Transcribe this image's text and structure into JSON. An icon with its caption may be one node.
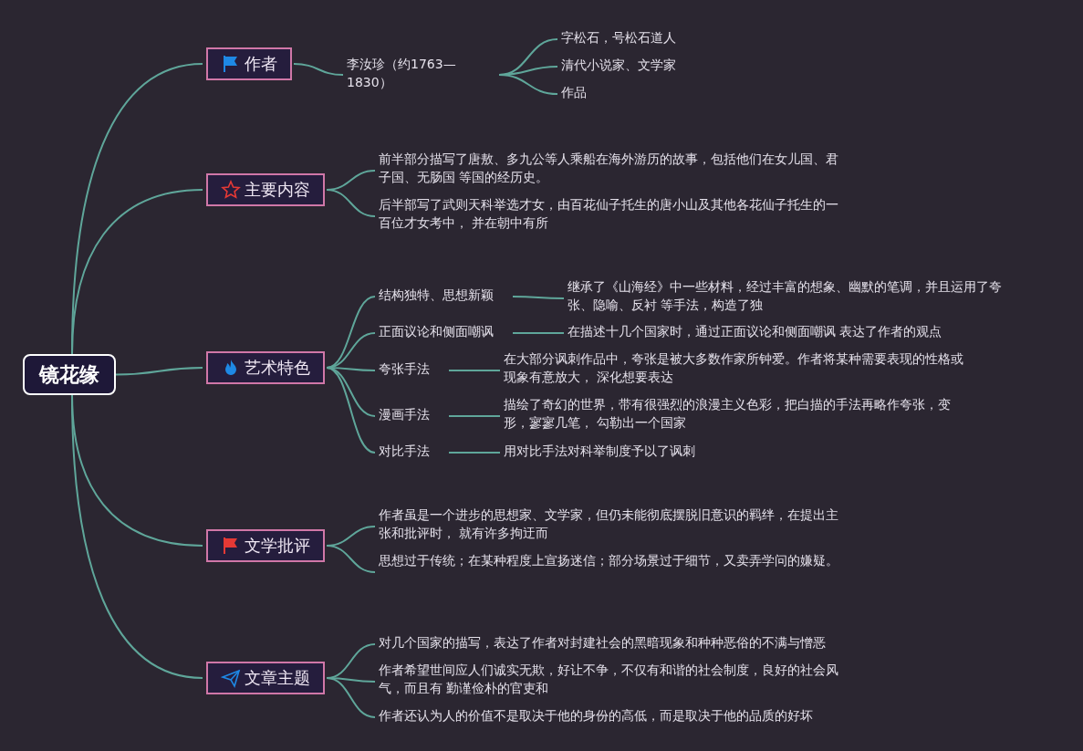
{
  "diagram": {
    "nodes": [
      {
        "text": [
          "镜花缘"
        ]
      },
      {
        "text": [
          "作者"
        ]
      },
      {
        "text": [
          "李汝珍（约1763—1830）"
        ]
      },
      {
        "text": [
          "字松石，号松石道人"
        ]
      },
      {
        "text": [
          "清代小说家、文学家"
        ]
      },
      {
        "text": [
          "作品"
        ]
      },
      {
        "text": [
          "主要内容"
        ]
      },
      {
        "text": [
          "前半部分描写了唐敖、多九公等人乘船在海外游历的故事，包括他们在女儿国、君子国、无肠国 等国的经历史。"
        ]
      },
      {
        "text": [
          "后半部写了武则天科举选才女，由百花仙子托生的唐小山及其他各花仙子托生的一百位才女考中， 并在朝中有所"
        ]
      },
      {
        "text": [
          "艺术特色"
        ]
      },
      {
        "text": [
          "结构独特、思想新颖"
        ]
      },
      {
        "text": [
          "继承了《山海经》中一些材料，经过丰富的想象、幽默的笔调，并且运用了夸张、隐喻、反衬 等手法，构造了独"
        ]
      },
      {
        "text": [
          "正面议论和侧面嘲讽"
        ]
      },
      {
        "text": [
          "在描述十几个国家时，通过正面议论和侧面嘲讽 表达了作者的观点"
        ]
      },
      {
        "text": [
          "夸张手法"
        ]
      },
      {
        "text": [
          "在大部分讽刺作品中，夸张是被大多数作家所钟爱。作者将某种需要表现的性格或现象有意放大， 深化想要表达"
        ]
      },
      {
        "text": [
          "漫画手法"
        ]
      },
      {
        "text": [
          "描绘了奇幻的世界，带有很强烈的浪漫主义色彩，把白描的手法再略作夸张，变形，寥寥几笔， 勾勒出一个国家"
        ]
      },
      {
        "text": [
          "对比手法"
        ]
      },
      {
        "text": [
          "用对比手法对科举制度予以了讽刺"
        ]
      },
      {
        "text": [
          "文学批评"
        ]
      },
      {
        "text": [
          "作者虽是一个进步的思想家、文学家，但仍未能彻底摆脱旧意识的羁绊，在提出主张和批评时， 就有许多拘迂而"
        ]
      },
      {
        "text": [
          "思想过于传统；在某种程度上宣扬迷信；部分场景过于细节，又卖弄学问的嫌疑。"
        ]
      },
      {
        "text": [
          "文章主题"
        ]
      },
      {
        "text": [
          "对几个国家的描写，表达了作者对封建社会的黑暗现象和种种恶俗的不满与憎恶"
        ]
      },
      {
        "text": [
          "作者希望世间应人们诚实无欺，好让不争，不仅有和谐的社会制度，良好的社会风气，而且有 勤谨俭朴的官吏和"
        ]
      },
      {
        "text": [
          "作者还认为人的价值不是取决于他的身份的高低，而是取决于他的品质的好坏"
        ]
      }
    ],
    "edges": [
      {
        "from": 0,
        "to": 1,
        "arrow": "none"
      },
      {
        "from": 1,
        "to": 2,
        "arrow": "none"
      },
      {
        "from": 2,
        "to": 3,
        "arrow": "none"
      },
      {
        "from": 2,
        "to": 4,
        "arrow": "none"
      },
      {
        "from": 2,
        "to": 5,
        "arrow": "none"
      },
      {
        "from": 0,
        "to": 6,
        "arrow": "none"
      },
      {
        "from": 6,
        "to": 7,
        "arrow": "none"
      },
      {
        "from": 6,
        "to": 8,
        "arrow": "none"
      },
      {
        "from": 0,
        "to": 9,
        "arrow": "none"
      },
      {
        "from": 9,
        "to": 10,
        "arrow": "none"
      },
      {
        "from": 10,
        "to": 11,
        "arrow": "none"
      },
      {
        "from": 9,
        "to": 12,
        "arrow": "none"
      },
      {
        "from": 12,
        "to": 13,
        "arrow": "none"
      },
      {
        "from": 9,
        "to": 14,
        "arrow": "none"
      },
      {
        "from": 14,
        "to": 15,
        "arrow": "none"
      },
      {
        "from": 9,
        "to": 16,
        "arrow": "none"
      },
      {
        "from": 16,
        "to": 17,
        "arrow": "none"
      },
      {
        "from": 9,
        "to": 18,
        "arrow": "none"
      },
      {
        "from": 18,
        "to": 19,
        "arrow": "none"
      },
      {
        "from": 0,
        "to": 20,
        "arrow": "none"
      },
      {
        "from": 20,
        "to": 21,
        "arrow": "none"
      },
      {
        "from": 20,
        "to": 22,
        "arrow": "none"
      },
      {
        "from": 0,
        "to": 23,
        "arrow": "none"
      },
      {
        "from": 23,
        "to": 24,
        "arrow": "none"
      },
      {
        "from": 23,
        "to": 25,
        "arrow": "none"
      },
      {
        "from": 23,
        "to": 26,
        "arrow": "none"
      }
    ]
  }
}
